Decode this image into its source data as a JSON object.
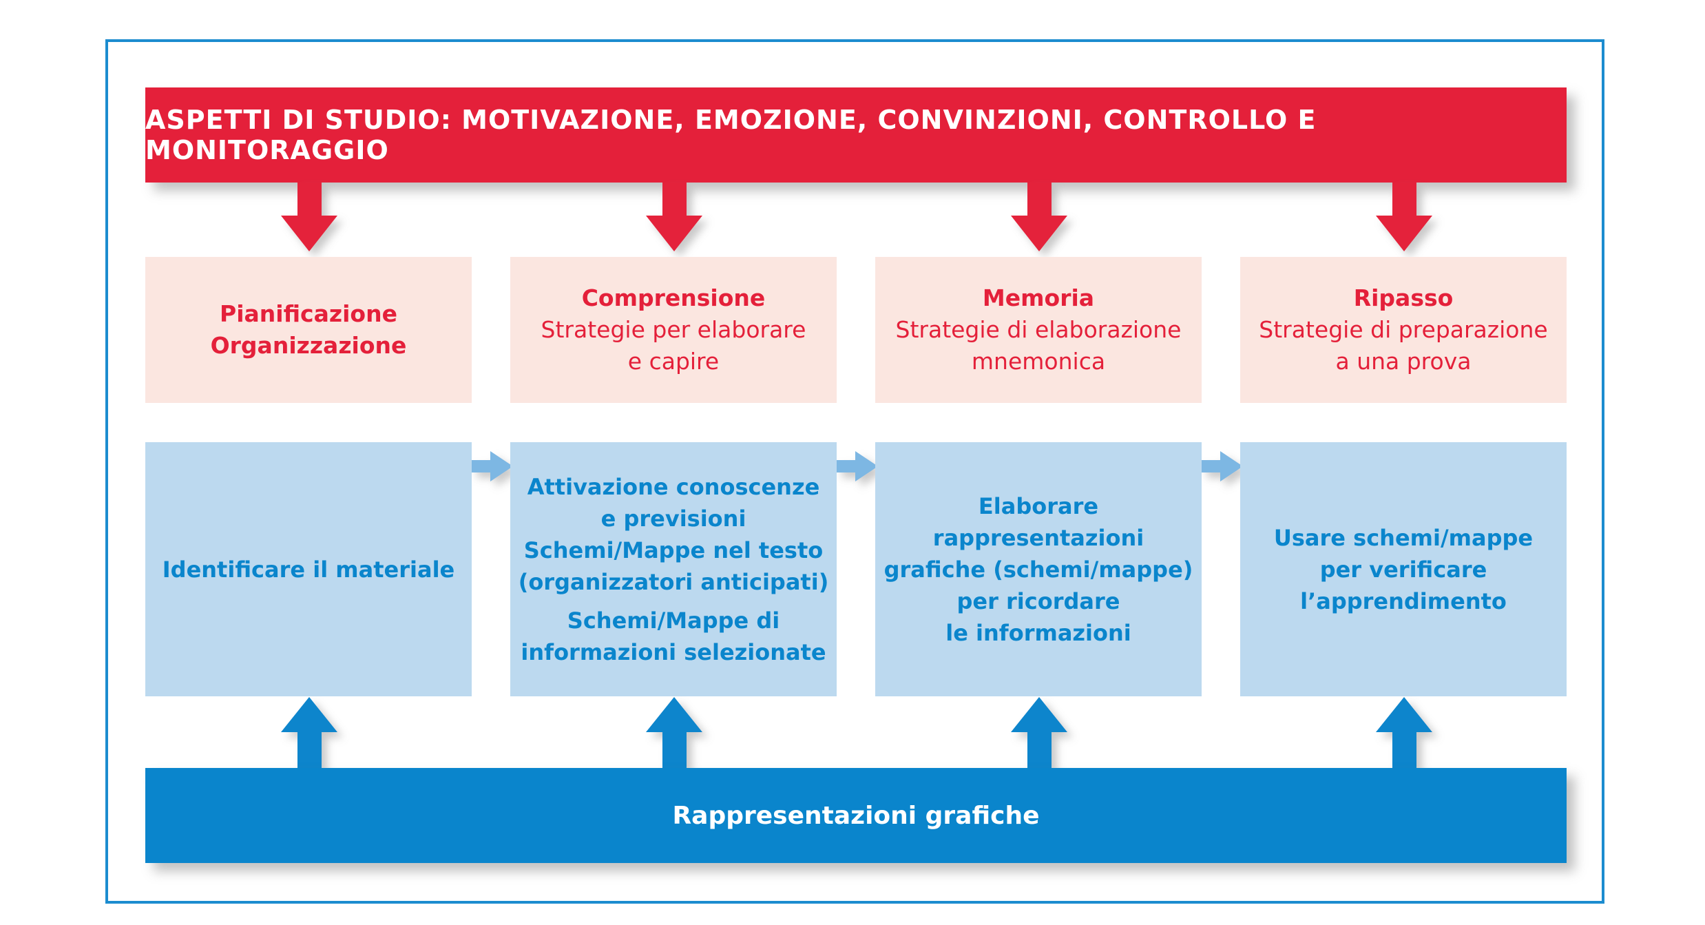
{
  "header": {
    "text": "ASPETTI DI STUDIO: MOTIVAZIONE, EMOZIONE, CONVINZIONI, CONTROLLO E MONITORAGGIO"
  },
  "phases": [
    {
      "title": "Pianificazione\nOrganizzazione",
      "subtitle": ""
    },
    {
      "title": "Comprensione",
      "subtitle": "Strategie per elaborare\ne capire"
    },
    {
      "title": "Memoria",
      "subtitle": "Strategie di elaborazione\nmnemonica"
    },
    {
      "title": "Ripasso",
      "subtitle": "Strategie di preparazione\na una prova"
    }
  ],
  "activities": [
    {
      "paragraphs": [
        "Identificare il materiale"
      ]
    },
    {
      "paragraphs": [
        "Attivazione conoscenze\ne previsioni\nSchemi/Mappe nel testo\n(organizzatori anticipati)",
        "Schemi/Mappe di\ninformazioni selezionate"
      ]
    },
    {
      "paragraphs": [
        "Elaborare\nrappresentazioni\ngrafiche (schemi/mappe)\nper ricordare\nle informazioni"
      ]
    },
    {
      "paragraphs": [
        "Usare schemi/mappe\nper verificare\nl’apprendimento"
      ]
    }
  ],
  "footer": {
    "text": "Rappresentazioni grafiche"
  },
  "colors": {
    "red": "#e4203a",
    "pink": "#fbe6e0",
    "blue": "#0a85cc",
    "light_blue": "#bcd9ef",
    "arrow_light": "#7db7e3",
    "frame": "#1c8ccf"
  }
}
